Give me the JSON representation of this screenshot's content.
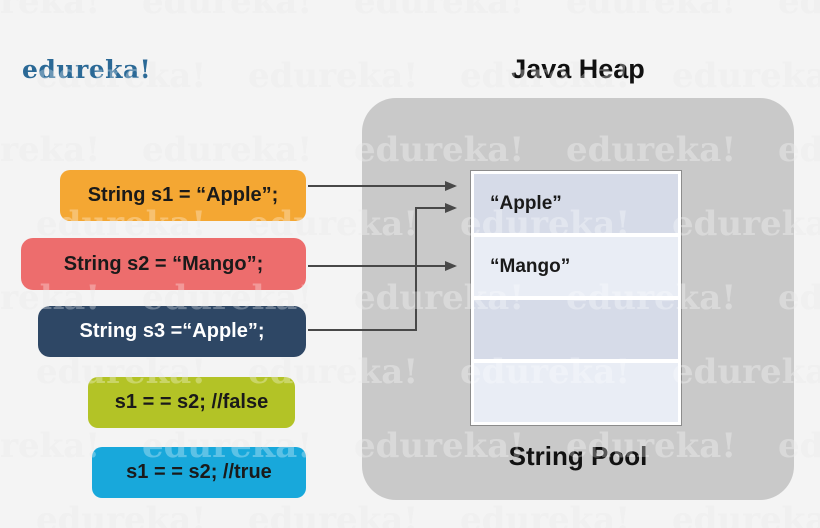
{
  "app": {
    "background_color": "#F4F4F4",
    "arrow_color": "#484848"
  },
  "logo": {
    "text": "edureka!",
    "color": "#2B6996"
  },
  "watermark": {
    "text": "edureka!"
  },
  "heap": {
    "title": "Java Heap",
    "pool_label": "String Pool",
    "region_color": "#C9C9C9"
  },
  "pool": {
    "rows": [
      {
        "value": "“Apple”"
      },
      {
        "value": "“Mango”"
      },
      {
        "value": ""
      },
      {
        "value": ""
      }
    ],
    "row_color_dark": "#D6DBE8",
    "row_color_light": "#E9EDF5"
  },
  "code_boxes": [
    {
      "id": "s1",
      "label": "String s1 = “Apple”;",
      "color": "#F4A733",
      "text_color": "#1A1A1A"
    },
    {
      "id": "s2",
      "label": "String s2 = “Mango”;",
      "color": "#ED6D6D",
      "text_color": "#1A1A1A"
    },
    {
      "id": "s3",
      "label": "String s3 =“Apple”;",
      "color": "#2E4765",
      "text_color": "#FFFFFF"
    },
    {
      "id": "cmp-false",
      "label": "s1 = = s2; //false",
      "color": "#B3C326",
      "text_color": "#1A1A1A"
    },
    {
      "id": "cmp-true",
      "label": "s1 = = s2; //true",
      "color": "#18A8DB",
      "text_color": "#1A1A1A"
    }
  ],
  "arrows": [
    {
      "from": "s1",
      "to": "pool-row-apple"
    },
    {
      "from": "s2",
      "to": "pool-row-mango"
    },
    {
      "from": "s3",
      "to": "pool-row-apple"
    }
  ]
}
